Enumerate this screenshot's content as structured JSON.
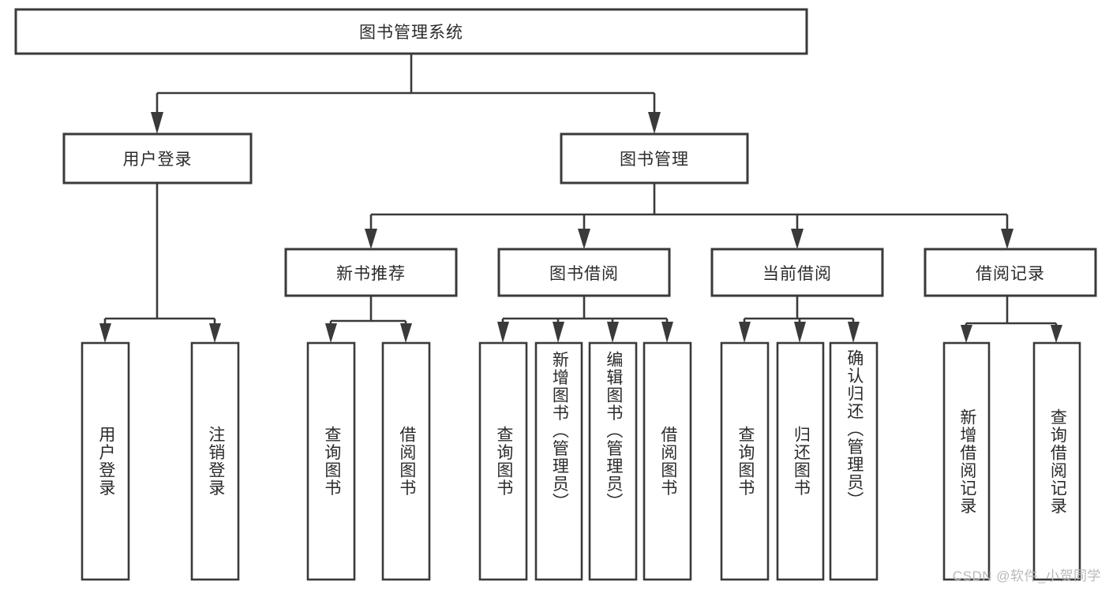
{
  "diagram": {
    "type": "tree",
    "title": "图书管理系统",
    "orientation": "top-down",
    "colors": {
      "box_fill": "#ffffff",
      "box_stroke": "#3a3a3a",
      "connector": "#3a3a3a",
      "text": "#2b2b2b",
      "watermark": "#b9b9b9",
      "background": "#ffffff"
    },
    "root": {
      "id": "root",
      "label": "图书管理系统",
      "orientation": "horizontal"
    },
    "level1": [
      {
        "id": "user-login",
        "label": "用户登录",
        "orientation": "horizontal"
      },
      {
        "id": "book-manage",
        "label": "图书管理",
        "orientation": "horizontal"
      }
    ],
    "level2": [
      {
        "id": "new-book-recommend",
        "label": "新书推荐",
        "orientation": "horizontal",
        "parent": "book-manage"
      },
      {
        "id": "book-borrow",
        "label": "图书借阅",
        "orientation": "horizontal",
        "parent": "book-manage"
      },
      {
        "id": "current-borrow",
        "label": "当前借阅",
        "orientation": "horizontal",
        "parent": "book-manage"
      },
      {
        "id": "borrow-record",
        "label": "借阅记录",
        "orientation": "horizontal",
        "parent": "book-manage"
      }
    ],
    "leaves": [
      {
        "id": "leaf-user-login",
        "label": "用户登录",
        "orientation": "vertical",
        "parent": "user-login"
      },
      {
        "id": "leaf-logout-login",
        "label": "注销登录",
        "orientation": "vertical",
        "parent": "user-login"
      },
      {
        "id": "leaf-query-book-1",
        "label": "查询图书",
        "orientation": "vertical",
        "parent": "new-book-recommend"
      },
      {
        "id": "leaf-borrow-book-1",
        "label": "借阅图书",
        "orientation": "vertical",
        "parent": "new-book-recommend"
      },
      {
        "id": "leaf-query-book-2",
        "label": "查询图书",
        "orientation": "vertical",
        "parent": "book-borrow"
      },
      {
        "id": "leaf-add-book",
        "label": "新增图书（管理员）",
        "orientation": "vertical",
        "parent": "book-borrow"
      },
      {
        "id": "leaf-edit-book",
        "label": "编辑图书（管理员）",
        "orientation": "vertical",
        "parent": "book-borrow"
      },
      {
        "id": "leaf-borrow-book-2",
        "label": "借阅图书",
        "orientation": "vertical",
        "parent": "book-borrow"
      },
      {
        "id": "leaf-query-book-3",
        "label": "查询图书",
        "orientation": "vertical",
        "parent": "current-borrow"
      },
      {
        "id": "leaf-return-book",
        "label": "归还图书",
        "orientation": "vertical",
        "parent": "current-borrow"
      },
      {
        "id": "leaf-confirm-return",
        "label": "确认归还（管理员）",
        "orientation": "vertical",
        "parent": "current-borrow"
      },
      {
        "id": "leaf-add-record",
        "label": "新增借阅记录",
        "orientation": "vertical",
        "parent": "borrow-record"
      },
      {
        "id": "leaf-query-record",
        "label": "查询借阅记录",
        "orientation": "vertical",
        "parent": "borrow-record"
      }
    ]
  },
  "watermark": {
    "text": "CSDN @软件_小贺同学"
  }
}
